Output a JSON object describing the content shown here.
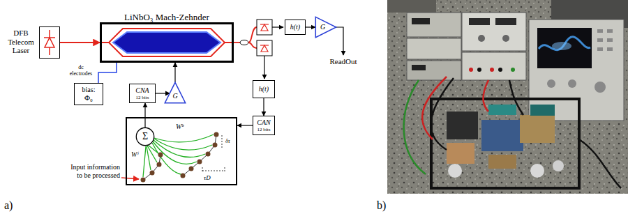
{
  "diagram": {
    "nodes": [
      {
        "text": [
          "DFB Telecom Laser"
        ]
      },
      {
        "text": [
          "LiNbO₃ Mach-Zehnder"
        ]
      },
      {
        "text": [
          "bias:",
          "Φ₀"
        ]
      },
      {
        "text": [
          "CNA",
          "12 bits"
        ]
      },
      {
        "text": [
          "G"
        ]
      },
      {
        "text": [
          "h(t)"
        ]
      },
      {
        "text": [
          "G"
        ]
      },
      {
        "text": [
          "h(t)"
        ]
      },
      {
        "text": [
          "CAN",
          "12 bits"
        ]
      },
      {
        "text": [
          "Wᵇ",
          "Wⁱ",
          "τD",
          "δτ"
        ]
      },
      {
        "text": [
          "Σ"
        ],
        "in": 9
      }
    ],
    "edges": [
      {
        "from": 0,
        "to": 1,
        "arrow": "to"
      },
      {
        "from": 2,
        "to": 1,
        "arrow": "none"
      },
      {
        "from": 5,
        "to": 6,
        "arrow": "to"
      },
      {
        "from": 7,
        "to": 8,
        "arrow": "to"
      },
      {
        "from": 8,
        "to": 9,
        "arrow": "to"
      },
      {
        "from": 10,
        "to": 3,
        "arrow": "to"
      },
      {
        "from": 3,
        "to": 4,
        "arrow": "to"
      },
      {
        "from": 4,
        "to": 1,
        "arrow": "to"
      }
    ],
    "labels": [
      "dc electrodes",
      "ReadOut",
      "Input information to be processed",
      "a)",
      "b)"
    ]
  }
}
